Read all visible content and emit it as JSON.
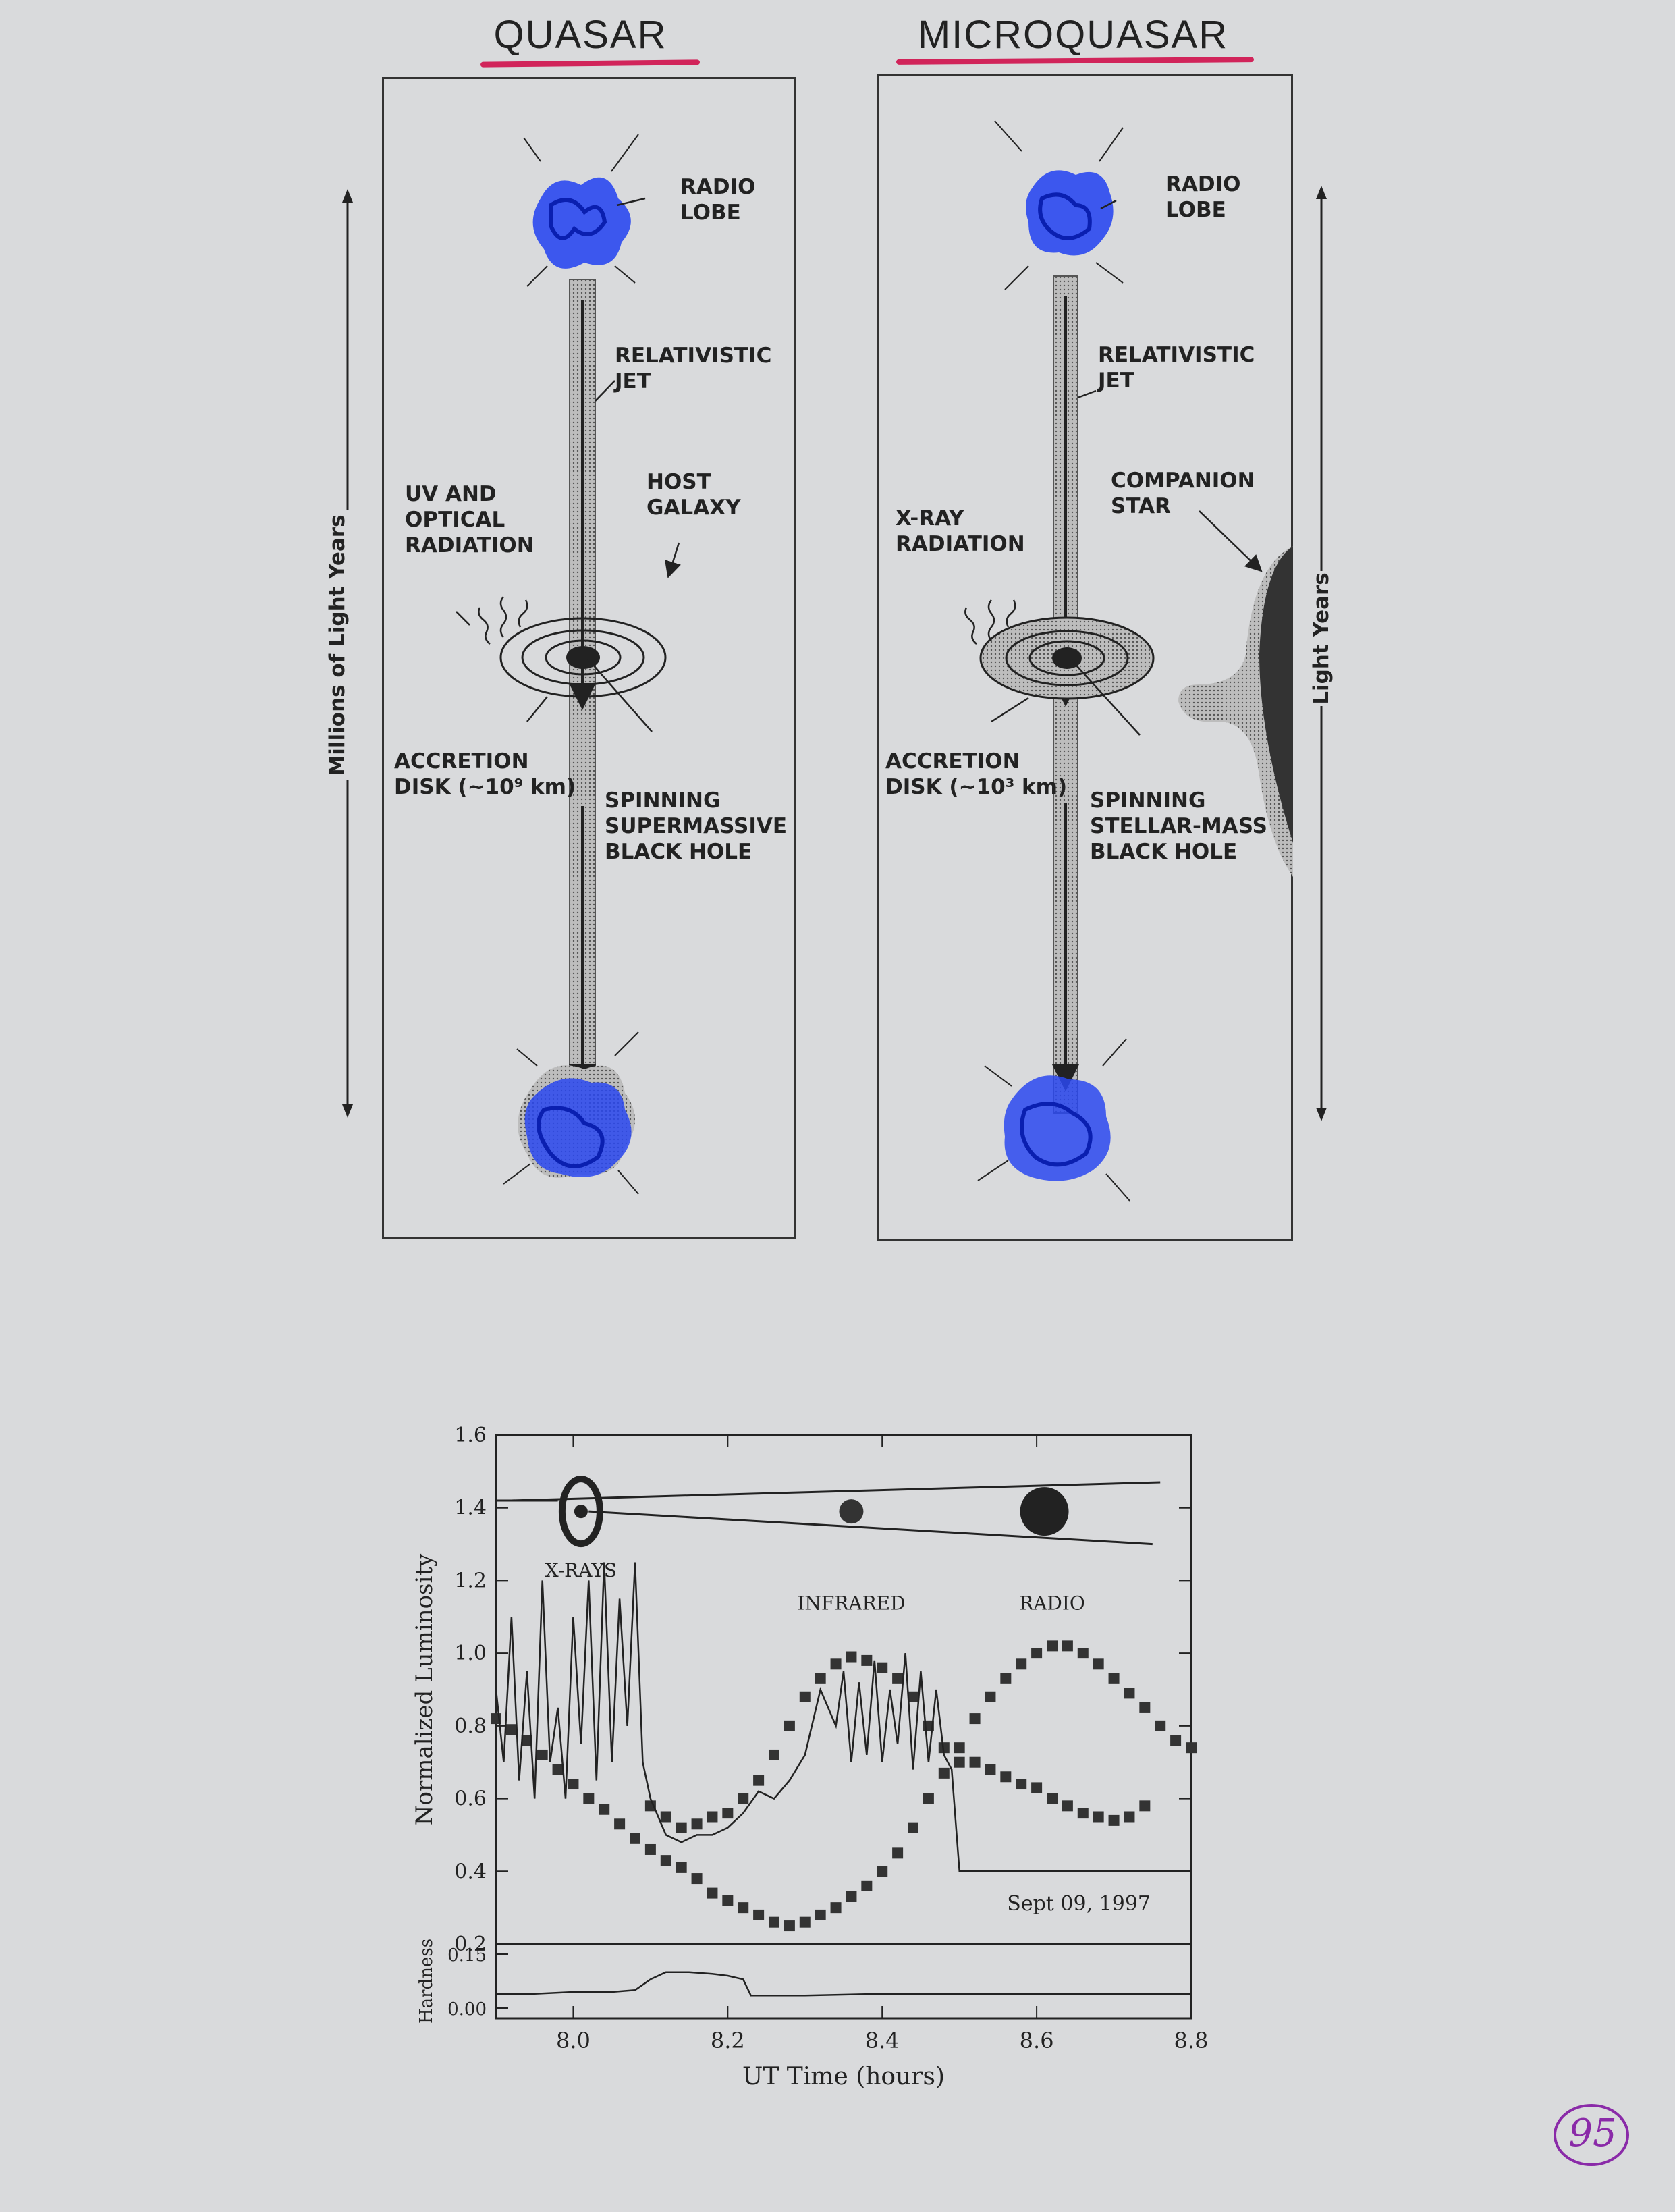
{
  "quasar": {
    "title": "QUASAR",
    "radio_lobe": "RADIO\nLOBE",
    "jet": "RELATIVISTIC\nJET",
    "host_galaxy": "HOST\nGALAXY",
    "radiation": "UV AND\nOPTICAL\nRADIATION",
    "disk": "ACCRETION\nDISK (~10⁹ km)",
    "black_hole": "SPINNING\nSUPERMASSIVE\nBLACK HOLE",
    "scale_label": "Millions of Light Years"
  },
  "microquasar": {
    "title": "MICROQUASAR",
    "radio_lobe": "RADIO\nLOBE",
    "jet": "RELATIVISTIC\nJET",
    "companion": "COMPANION\nSTAR",
    "radiation": "X-RAY\nRADIATION",
    "disk": "ACCRETION\nDISK (~10³ km)",
    "black_hole": "SPINNING\nSTELLAR-MASS\nBLACK HOLE",
    "scale_label": "Light Years"
  },
  "colors": {
    "ink": "#222222",
    "marker_blue": "#1f3fe0",
    "marker_red": "#d1245a",
    "marker_purple": "#8a2aa8",
    "paper": "#d9dadc"
  },
  "chart_data": {
    "type": "scatter",
    "date": "Sept 09, 1997",
    "xlabel": "UT Time (hours)",
    "ylabel": "Normalized Luminosity",
    "ylabel_bottom": "Hardness",
    "xlim": [
      7.9,
      8.8
    ],
    "ylim": [
      0.2,
      1.6
    ],
    "ylim_bottom": [
      0.0,
      0.15
    ],
    "x_ticks": [
      "8.0",
      "8.2",
      "8.4",
      "8.6",
      "8.8"
    ],
    "y_ticks": [
      "0.2",
      "0.4",
      "0.6",
      "0.8",
      "1.0",
      "1.2",
      "1.4",
      "1.6"
    ],
    "y_ticks_bottom": [
      "0.00",
      "0.15"
    ],
    "inset_labels": {
      "xrays": "X-RAYS",
      "infrared": "INFRARED",
      "radio": "RADIO"
    },
    "series": [
      {
        "label": "Infrared",
        "marker": "square",
        "x": [
          8.1,
          8.12,
          8.14,
          8.16,
          8.18,
          8.2,
          8.22,
          8.24,
          8.26,
          8.28,
          8.3,
          8.32,
          8.34,
          8.36,
          8.38,
          8.4,
          8.42,
          8.44,
          8.46,
          8.48,
          8.5,
          8.52,
          8.54,
          8.56,
          8.58,
          8.6,
          8.62,
          8.64,
          8.66,
          8.68,
          8.7,
          8.72,
          8.74
        ],
        "y": [
          0.58,
          0.55,
          0.52,
          0.53,
          0.55,
          0.56,
          0.6,
          0.65,
          0.72,
          0.8,
          0.88,
          0.93,
          0.97,
          0.99,
          0.98,
          0.96,
          0.93,
          0.88,
          0.8,
          0.74,
          0.7,
          0.7,
          0.68,
          0.66,
          0.64,
          0.63,
          0.6,
          0.58,
          0.56,
          0.55,
          0.54,
          0.55,
          0.58
        ]
      },
      {
        "label": "Radio",
        "marker": "square",
        "x": [
          7.9,
          7.92,
          7.94,
          7.96,
          7.98,
          8.0,
          8.02,
          8.04,
          8.06,
          8.08,
          8.1,
          8.12,
          8.14,
          8.16,
          8.18,
          8.2,
          8.22,
          8.24,
          8.26,
          8.28,
          8.3,
          8.32,
          8.34,
          8.36,
          8.38,
          8.4,
          8.42,
          8.44,
          8.46,
          8.48,
          8.5,
          8.52,
          8.54,
          8.56,
          8.58,
          8.6,
          8.62,
          8.64,
          8.66,
          8.68,
          8.7,
          8.72,
          8.74,
          8.76,
          8.78,
          8.8
        ],
        "y": [
          0.82,
          0.79,
          0.76,
          0.72,
          0.68,
          0.64,
          0.6,
          0.57,
          0.53,
          0.49,
          0.46,
          0.43,
          0.41,
          0.38,
          0.34,
          0.32,
          0.3,
          0.28,
          0.26,
          0.25,
          0.26,
          0.28,
          0.3,
          0.33,
          0.36,
          0.4,
          0.45,
          0.52,
          0.6,
          0.67,
          0.74,
          0.82,
          0.88,
          0.93,
          0.97,
          1.0,
          1.02,
          1.02,
          1.0,
          0.97,
          0.93,
          0.89,
          0.85,
          0.8,
          0.76,
          0.74
        ]
      },
      {
        "label": "X-rays",
        "marker": "line",
        "x": [
          7.9,
          7.91,
          7.92,
          7.93,
          7.94,
          7.95,
          7.96,
          7.97,
          7.98,
          7.99,
          8.0,
          8.01,
          8.02,
          8.03,
          8.04,
          8.05,
          8.06,
          8.07,
          8.08,
          8.09,
          8.1,
          8.12,
          8.14,
          8.16,
          8.18,
          8.2,
          8.22,
          8.24,
          8.26,
          8.28,
          8.3,
          8.32,
          8.34,
          8.35,
          8.36,
          8.37,
          8.38,
          8.39,
          8.4,
          8.41,
          8.42,
          8.43,
          8.44,
          8.45,
          8.46,
          8.47,
          8.48,
          8.49,
          8.5,
          8.55,
          8.6,
          8.65,
          8.7,
          8.75,
          8.8
        ],
        "y": [
          0.9,
          0.7,
          1.1,
          0.65,
          0.95,
          0.6,
          1.2,
          0.7,
          0.85,
          0.6,
          1.1,
          0.75,
          1.2,
          0.65,
          1.25,
          0.7,
          1.15,
          0.8,
          1.25,
          0.7,
          0.6,
          0.5,
          0.48,
          0.5,
          0.5,
          0.52,
          0.56,
          0.62,
          0.6,
          0.65,
          0.72,
          0.9,
          0.8,
          0.95,
          0.7,
          0.92,
          0.72,
          0.98,
          0.7,
          0.9,
          0.75,
          1.0,
          0.68,
          0.95,
          0.7,
          0.9,
          0.72,
          0.68,
          0.4,
          0.4,
          0.4,
          0.4,
          0.4,
          0.4,
          0.4
        ]
      },
      {
        "label": "Hardness",
        "marker": "line",
        "x": [
          7.9,
          7.95,
          8.0,
          8.05,
          8.08,
          8.1,
          8.12,
          8.15,
          8.18,
          8.2,
          8.22,
          8.23,
          8.25,
          8.3,
          8.4,
          8.5,
          8.6,
          8.7,
          8.8
        ],
        "y": [
          0.04,
          0.04,
          0.045,
          0.045,
          0.05,
          0.08,
          0.1,
          0.1,
          0.095,
          0.09,
          0.08,
          0.035,
          0.035,
          0.035,
          0.04,
          0.04,
          0.04,
          0.04,
          0.04
        ]
      }
    ]
  },
  "page_number": "95"
}
